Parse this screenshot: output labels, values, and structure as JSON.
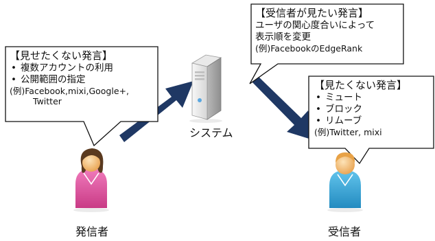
{
  "sender_box": {
    "title": "【見せたくない発言】",
    "items": [
      "複数アカウントの利用",
      "公開範囲の指定"
    ],
    "example_line1": "(例)Facebook,mixi,Google+,",
    "example_line2": "Twitter"
  },
  "system_box": {
    "title": "【受信者が見たい発言】",
    "line1": "ユーザの関心度合いによって",
    "line2": "表示順を変更",
    "example": "(例)FacebookのEdgeRank"
  },
  "receiver_box": {
    "title": "【見たくない発言】",
    "items": [
      "ミュート",
      "ブロック",
      "リムーブ"
    ],
    "example": "(例)Twitter, mixi"
  },
  "labels": {
    "system": "システム",
    "sender": "発信者",
    "receiver": "受信者"
  },
  "colors": {
    "arrow": "#1f3864",
    "sender_body": "#e0559f",
    "receiver_body": "#3fa9d9",
    "skin": "#f4c07a"
  }
}
